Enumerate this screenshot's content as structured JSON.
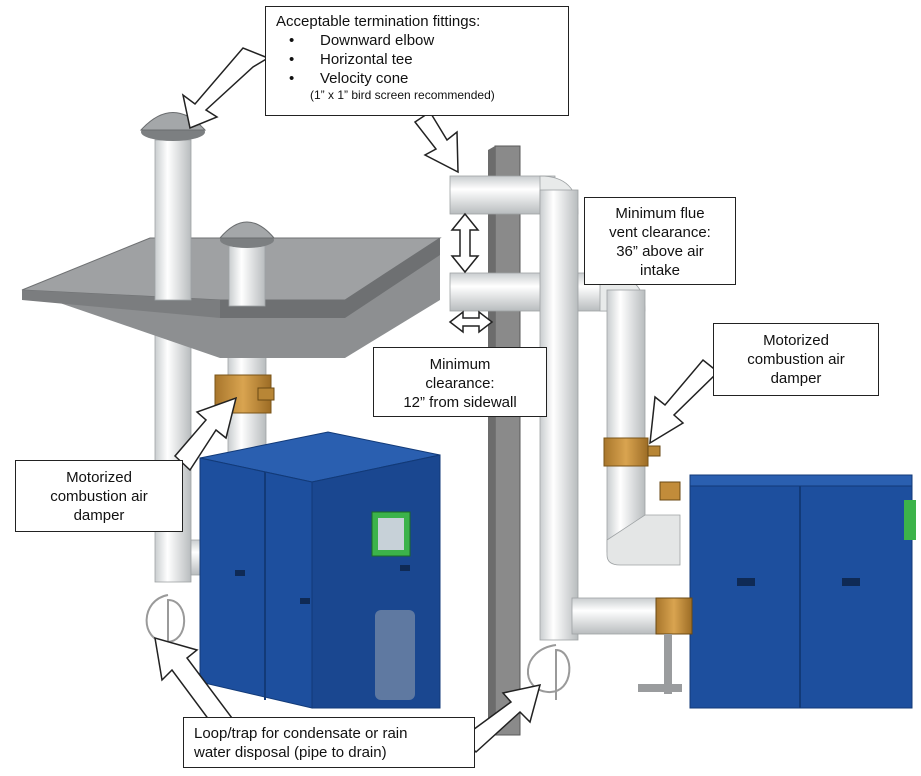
{
  "callouts": {
    "termination_fittings": {
      "title": "Acceptable termination fittings:",
      "items": [
        "Downward elbow",
        "Horizontal tee",
        "Velocity cone"
      ],
      "note": "(1” x 1” bird screen recommended)"
    },
    "flue_clearance": {
      "lines": [
        "Minimum flue",
        "vent clearance:",
        "36” above air",
        "intake"
      ]
    },
    "sidewall_clearance": {
      "lines": [
        "Minimum",
        "clearance:",
        "12” from sidewall"
      ]
    },
    "damper_right": {
      "lines": [
        "Motorized",
        "combustion air",
        "damper"
      ]
    },
    "damper_left": {
      "lines": [
        "Motorized",
        "combustion air",
        "damper"
      ]
    },
    "loop_trap": {
      "lines": [
        "Loop/trap for condensate or rain",
        "water disposal (pipe to drain)"
      ]
    }
  },
  "colors": {
    "boiler_blue": "#1d4f9e",
    "boiler_dark": "#153b78",
    "pipe_white": "#eceeee",
    "roof_gray": "#8d8f91",
    "wall_gray": "#8a8a8a",
    "damper_brass": "#c28c3a",
    "panel_green": "#3cb34a"
  },
  "icons": [
    "arrow-icon",
    "double-arrow-icon",
    "vent-cap-icon"
  ]
}
